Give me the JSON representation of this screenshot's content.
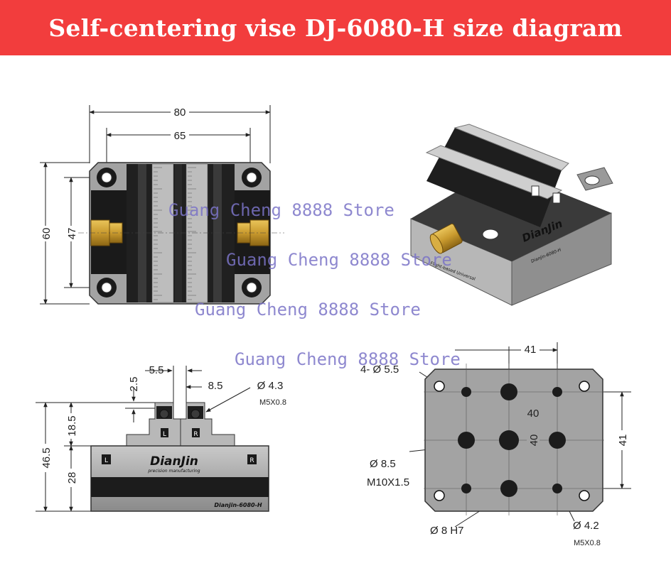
{
  "title": "Self-centering vise DJ-6080-H size diagram",
  "watermark": "Guang Cheng 8888 Store",
  "brand": {
    "name": "DianJin",
    "tagline": "precision manufacturing",
    "model": "Dianjin-6080-H",
    "feature": "Flight-based Universal"
  },
  "top_view": {
    "width_outer": "80",
    "width_inner": "65",
    "height_outer": "60",
    "height_inner": "47"
  },
  "front_view": {
    "dim_jaw_gap": "5.5",
    "dim_jaw_step": "8.5",
    "dim_jaw_height": "2.5",
    "dim_total_height": "46.5",
    "dim_upper_height": "18.5",
    "dim_base_height": "28",
    "hole_diameter": "4.3",
    "hole_thread": "M5X0.8",
    "jaw_left_mark": "L",
    "jaw_right_mark": "R"
  },
  "bottom_view": {
    "corner_holes": "4- Ø 5.5",
    "dim_top": "41",
    "dim_middle": "40",
    "dim_vertical_inner": "40",
    "dim_vertical_outer": "41",
    "hole_large": "Ø 8.5",
    "hole_large_thread": "M10X1.5",
    "hole_pin": "Ø 8 H7",
    "hole_small": "Ø 4.2",
    "hole_small_thread": "M5X0.8"
  },
  "colors": {
    "banner": "#f23d3d",
    "metal": "#9a9a9a",
    "dark": "#1c1c1c",
    "brass": "#c99a2e",
    "watermark": "#7b74c7"
  }
}
